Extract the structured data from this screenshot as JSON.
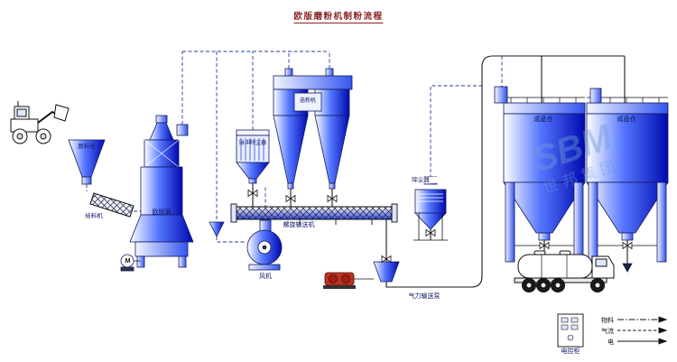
{
  "title": "欧版磨粉机制粉流程",
  "watermark": {
    "brand": "SBM",
    "company": "世邦集团"
  },
  "equipment": {
    "raw_hopper": "原料仓",
    "feeder": "给料机",
    "mill": "欧版磨",
    "mill_motor": "M",
    "pulse_filter": "脉冲除尘器",
    "classifier": "选粉机",
    "screw_conveyor": "螺旋输送机",
    "fan": "风机",
    "dust_collector": "除尘器",
    "silo_left": "成品仓",
    "silo_right": "成品仓",
    "pneumatic_pump": "气力输送泵",
    "control_cabinet": "电控柜"
  },
  "legend": {
    "material": "物料",
    "airflow": "气流",
    "electric": "电"
  },
  "colors": {
    "equipment_blue": "#0009b0",
    "connector_dashed": "#2a3a9a",
    "pipe_solid": "#1a1a1a",
    "title": "#8b2121",
    "watermark": "#6f9ad8",
    "pump_red": "#c03022"
  }
}
